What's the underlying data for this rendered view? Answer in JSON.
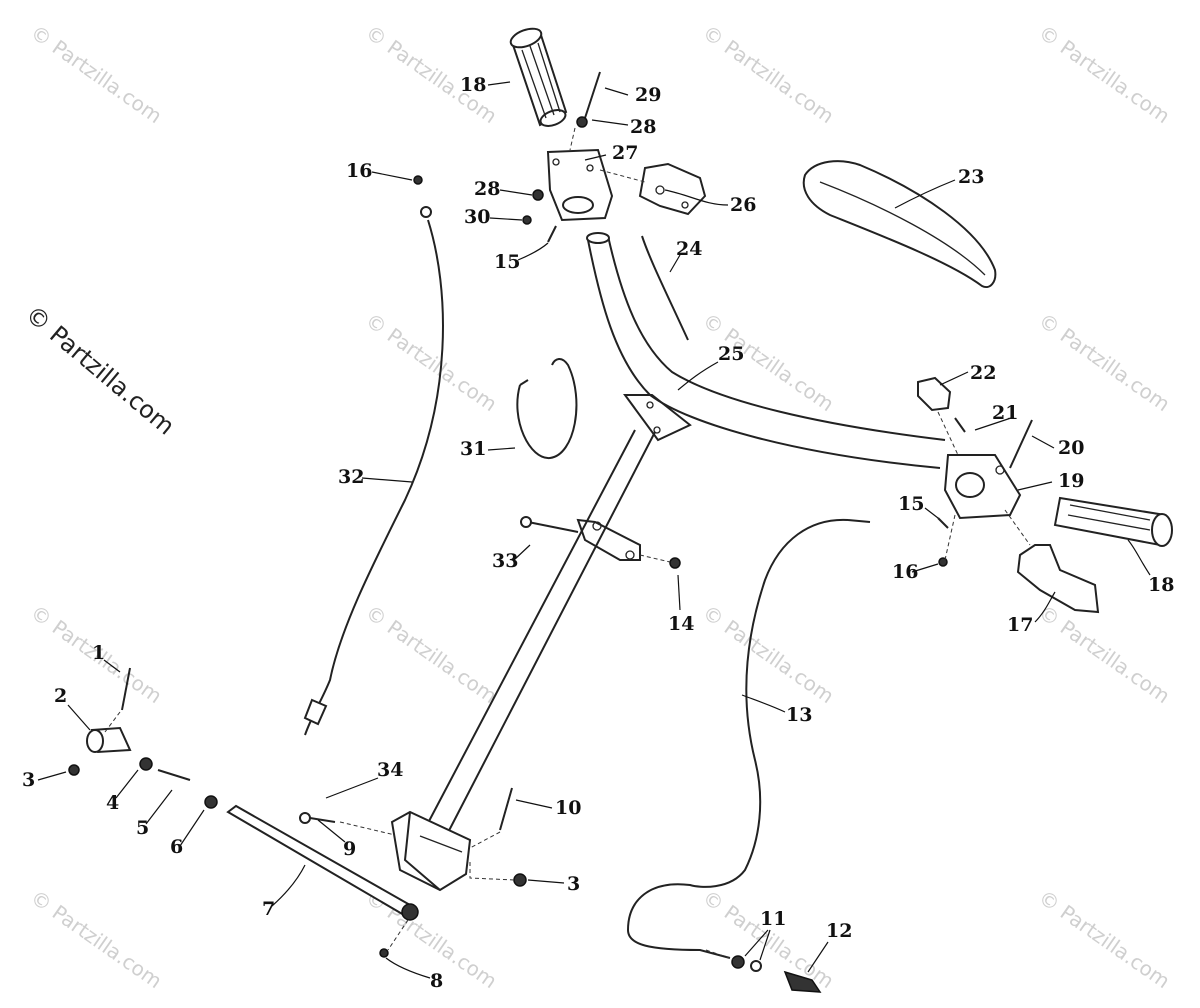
{
  "watermark": {
    "text": "© Partzilla.com",
    "main_text": "© Partzilla.com"
  },
  "callouts": [
    {
      "id": "c18a",
      "label": "18"
    },
    {
      "id": "c29",
      "label": "29"
    },
    {
      "id": "c28a",
      "label": "28"
    },
    {
      "id": "c27",
      "label": "27"
    },
    {
      "id": "c28b",
      "label": "28"
    },
    {
      "id": "c26",
      "label": "26"
    },
    {
      "id": "c30",
      "label": "30"
    },
    {
      "id": "c15a",
      "label": "15"
    },
    {
      "id": "c16a",
      "label": "16"
    },
    {
      "id": "c23",
      "label": "23"
    },
    {
      "id": "c24",
      "label": "24"
    },
    {
      "id": "c25",
      "label": "25"
    },
    {
      "id": "c22",
      "label": "22"
    },
    {
      "id": "c21",
      "label": "21"
    },
    {
      "id": "c20",
      "label": "20"
    },
    {
      "id": "c19",
      "label": "19"
    },
    {
      "id": "c15b",
      "label": "15"
    },
    {
      "id": "c16b",
      "label": "16"
    },
    {
      "id": "c18b",
      "label": "18"
    },
    {
      "id": "c17",
      "label": "17"
    },
    {
      "id": "c31",
      "label": "31"
    },
    {
      "id": "c32",
      "label": "32"
    },
    {
      "id": "c33",
      "label": "33"
    },
    {
      "id": "c14",
      "label": "14"
    },
    {
      "id": "c13",
      "label": "13"
    },
    {
      "id": "c1",
      "label": "1"
    },
    {
      "id": "c2",
      "label": "2"
    },
    {
      "id": "c3a",
      "label": "3"
    },
    {
      "id": "c4",
      "label": "4"
    },
    {
      "id": "c5",
      "label": "5"
    },
    {
      "id": "c6",
      "label": "6"
    },
    {
      "id": "c34",
      "label": "34"
    },
    {
      "id": "c10",
      "label": "10"
    },
    {
      "id": "c9",
      "label": "9"
    },
    {
      "id": "c3b",
      "label": "3"
    },
    {
      "id": "c7",
      "label": "7"
    },
    {
      "id": "c8",
      "label": "8"
    },
    {
      "id": "c11",
      "label": "11"
    },
    {
      "id": "c12",
      "label": "12"
    }
  ]
}
